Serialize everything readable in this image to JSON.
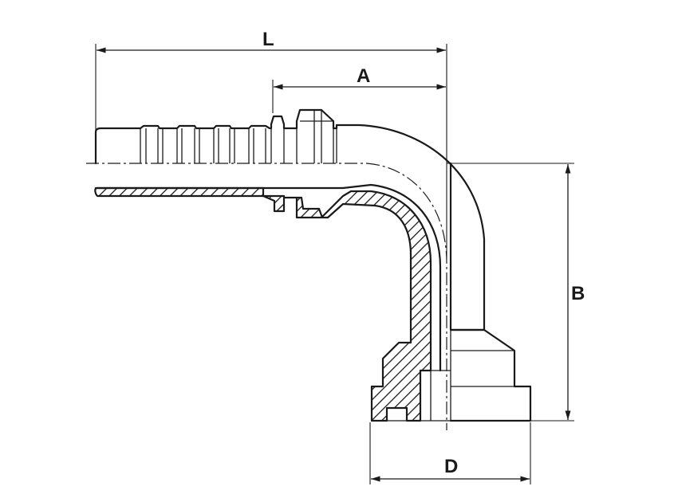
{
  "diagram": {
    "dimensions": {
      "L": "L",
      "A": "A",
      "B": "B",
      "D": "D"
    },
    "colors": {
      "line": "#1a1a1a",
      "background": "#ffffff"
    }
  }
}
